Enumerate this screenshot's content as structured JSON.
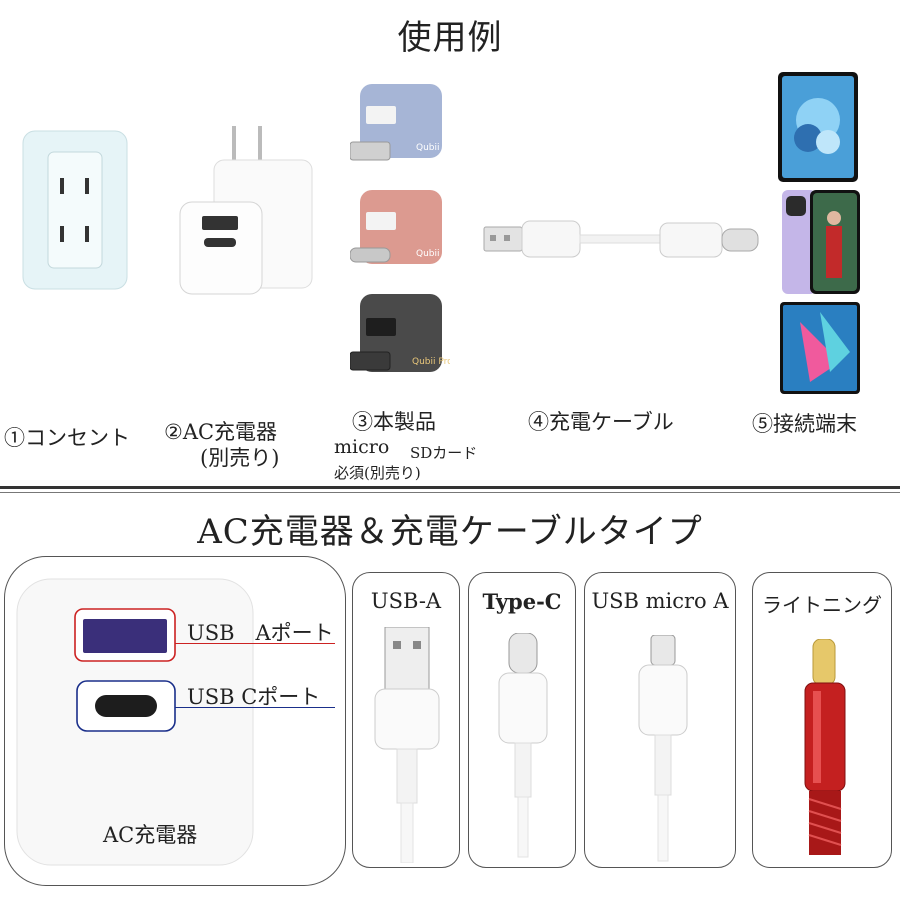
{
  "top": {
    "title": "使用例",
    "items": [
      {
        "label": "①コンセント"
      },
      {
        "label": "②AC充電器",
        "sub": "(別売り)"
      },
      {
        "label": "③本製品",
        "sub1": "micro",
        "sub2": "SDカード",
        "sub3": "必須(別売り)"
      },
      {
        "label": "④充電ケーブル"
      },
      {
        "label": "⑤接続端末"
      }
    ],
    "device_brand": "Qubii Pro"
  },
  "bottom": {
    "title": "AC充電器＆充電ケーブルタイプ",
    "charger": {
      "port_a_label": "USB　Aポート",
      "port_c_label": "USB Cポート",
      "name": "AC充電器",
      "port_a_color": "#cc2222",
      "port_c_color": "#1a2f8a"
    },
    "cables": [
      {
        "label": "USB-A"
      },
      {
        "label": "Type-C"
      },
      {
        "label": "USB micro A"
      },
      {
        "label": "ライトニング"
      }
    ]
  }
}
